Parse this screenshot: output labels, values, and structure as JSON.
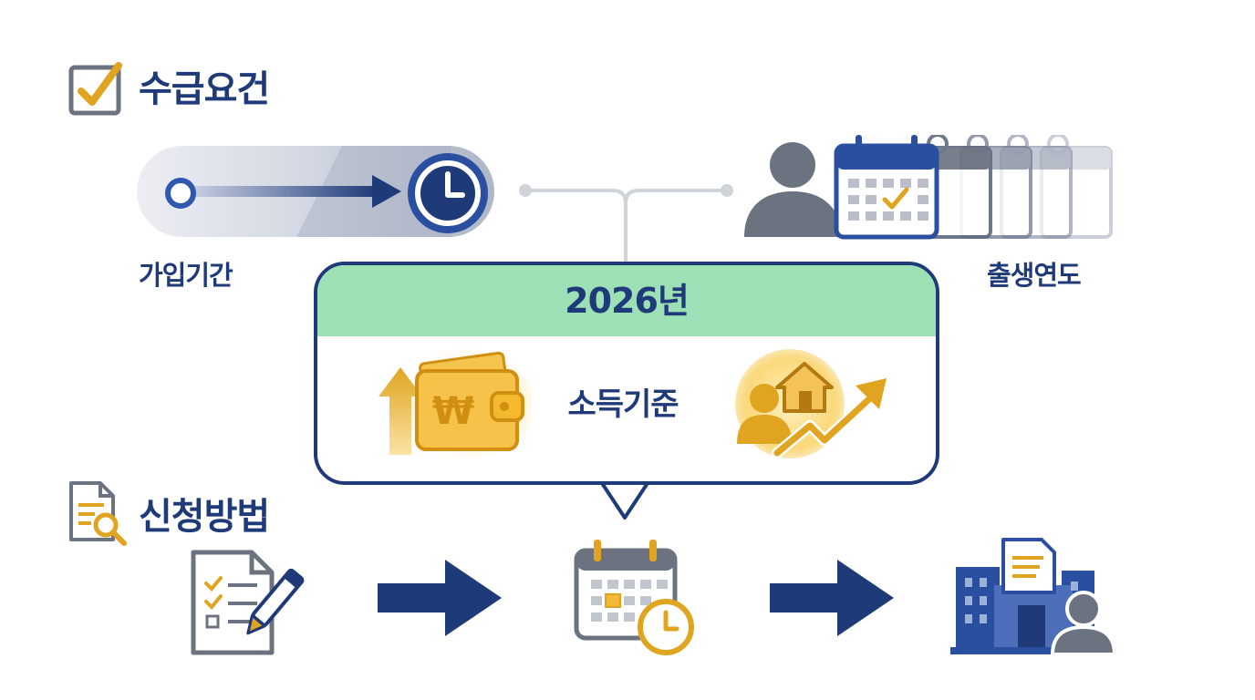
{
  "requirements": {
    "title": "수급요건",
    "subscription_period": "가입기간",
    "birth_year": "출생연도",
    "center": {
      "year": "2026년",
      "criterion": "소득기준",
      "currency_symbol": "₩"
    }
  },
  "application": {
    "title": "신청방법",
    "steps": [
      "document-edit-icon",
      "calendar-clock-icon",
      "office-building-icon"
    ]
  },
  "colors": {
    "navy": "#1f3a78",
    "gold": "#e0a420",
    "mint": "#9de0b6",
    "gray": "#6b7380"
  }
}
